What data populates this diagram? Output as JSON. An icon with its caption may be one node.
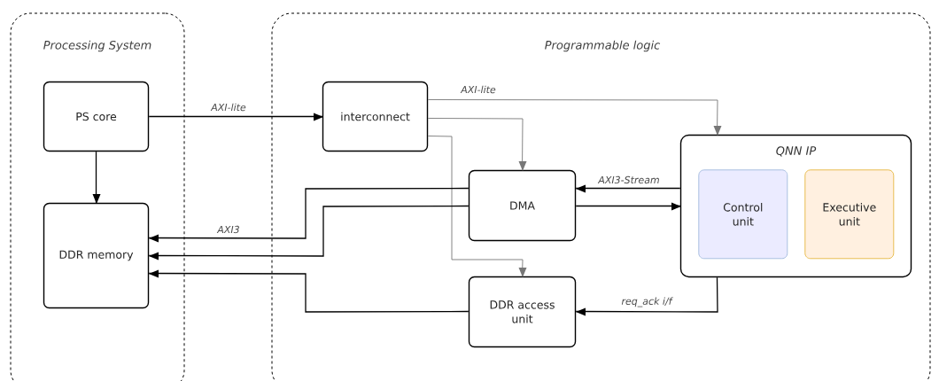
{
  "diagram": {
    "nodes": [
      {
        "text": [
          "Processing System"
        ]
      },
      {
        "text": [
          "Programmable logic"
        ]
      },
      {
        "text": [
          "PS core"
        ],
        "in": 0
      },
      {
        "text": [
          "DDR memory"
        ],
        "in": 0
      },
      {
        "text": [
          "interconnect"
        ],
        "in": 1
      },
      {
        "text": [
          "DMA"
        ],
        "in": 1
      },
      {
        "text": [
          "DDR access unit"
        ],
        "in": 1
      },
      {
        "text": [
          "QNN IP"
        ],
        "in": 1
      },
      {
        "text": [
          "Control unit"
        ],
        "in": 7
      },
      {
        "text": [
          "Executive unit"
        ],
        "in": 7
      }
    ],
    "edges": [
      {
        "from": 2,
        "to": 4,
        "arrow": "to",
        "label": "AXI-lite"
      },
      {
        "from": 2,
        "to": 3,
        "arrow": "to"
      },
      {
        "from": 4,
        "to": 7,
        "arrow": "to",
        "label": "AXI-lite",
        "color": "#777777"
      },
      {
        "from": 4,
        "to": 5,
        "arrow": "to",
        "color": "#777777"
      },
      {
        "from": 4,
        "to": 6,
        "arrow": "to",
        "color": "#777777"
      },
      {
        "from": 7,
        "to": 5,
        "arrow": "to",
        "label": "AXI3-Stream"
      },
      {
        "from": 5,
        "to": 7,
        "arrow": "to"
      },
      {
        "from": 5,
        "to": 3,
        "arrow": "to",
        "label": "AXI3"
      },
      {
        "from": 5,
        "to": 3,
        "arrow": "to"
      },
      {
        "from": 7,
        "to": 6,
        "arrow": "to",
        "label": "req_ack i/f"
      },
      {
        "from": 6,
        "to": 3,
        "arrow": "to"
      }
    ]
  }
}
